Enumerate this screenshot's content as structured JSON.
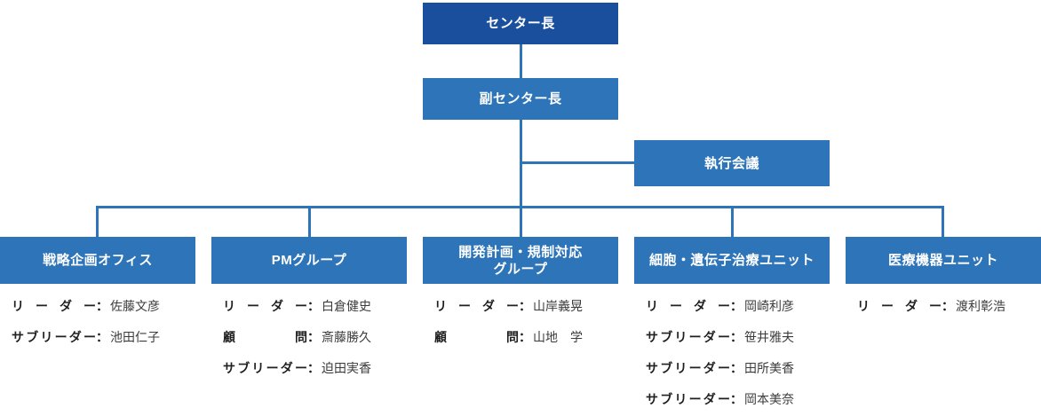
{
  "colors": {
    "top_box_bg": "#1a4f9d",
    "box_bg": "#2e74b9",
    "connector_line": "#2e74b9",
    "box_text": "#ffffff",
    "role_text": "#1f1f1f",
    "name_text": "#3c3c3c"
  },
  "org": {
    "colon": "：",
    "root": {
      "label": "センター長"
    },
    "deputy": {
      "label": "副センター長"
    },
    "executive": {
      "label": "執行会議"
    },
    "groups": [
      {
        "label_lines": [
          "戦略企画オフィス"
        ],
        "members": [
          {
            "role": "リーダー",
            "name": "佐藤文彦"
          },
          {
            "role": "サブリーダー",
            "name": "池田仁子"
          }
        ]
      },
      {
        "label_lines": [
          "PMグループ"
        ],
        "members": [
          {
            "role": "リーダー",
            "name": "白倉健史"
          },
          {
            "role": "顧問",
            "name": "斎藤勝久"
          },
          {
            "role": "サブリーダー",
            "name": "迫田実香"
          }
        ]
      },
      {
        "label_lines": [
          "開発計画・規制対応",
          "グループ"
        ],
        "members": [
          {
            "role": "リーダー",
            "name": "山岸義晃"
          },
          {
            "role": "顧問",
            "name": "山地　学"
          }
        ]
      },
      {
        "label_lines": [
          "細胞・遺伝子治療ユニット"
        ],
        "members": [
          {
            "role": "リーダー",
            "name": "岡崎利彦"
          },
          {
            "role": "サブリーダー",
            "name": "笹井雅夫"
          },
          {
            "role": "サブリーダー",
            "name": "田所美香"
          },
          {
            "role": "サブリーダー",
            "name": "岡本美奈"
          }
        ]
      },
      {
        "label_lines": [
          "医療機器ユニット"
        ],
        "members": [
          {
            "role": "リーダー",
            "name": "渡利彰浩"
          }
        ]
      }
    ]
  }
}
